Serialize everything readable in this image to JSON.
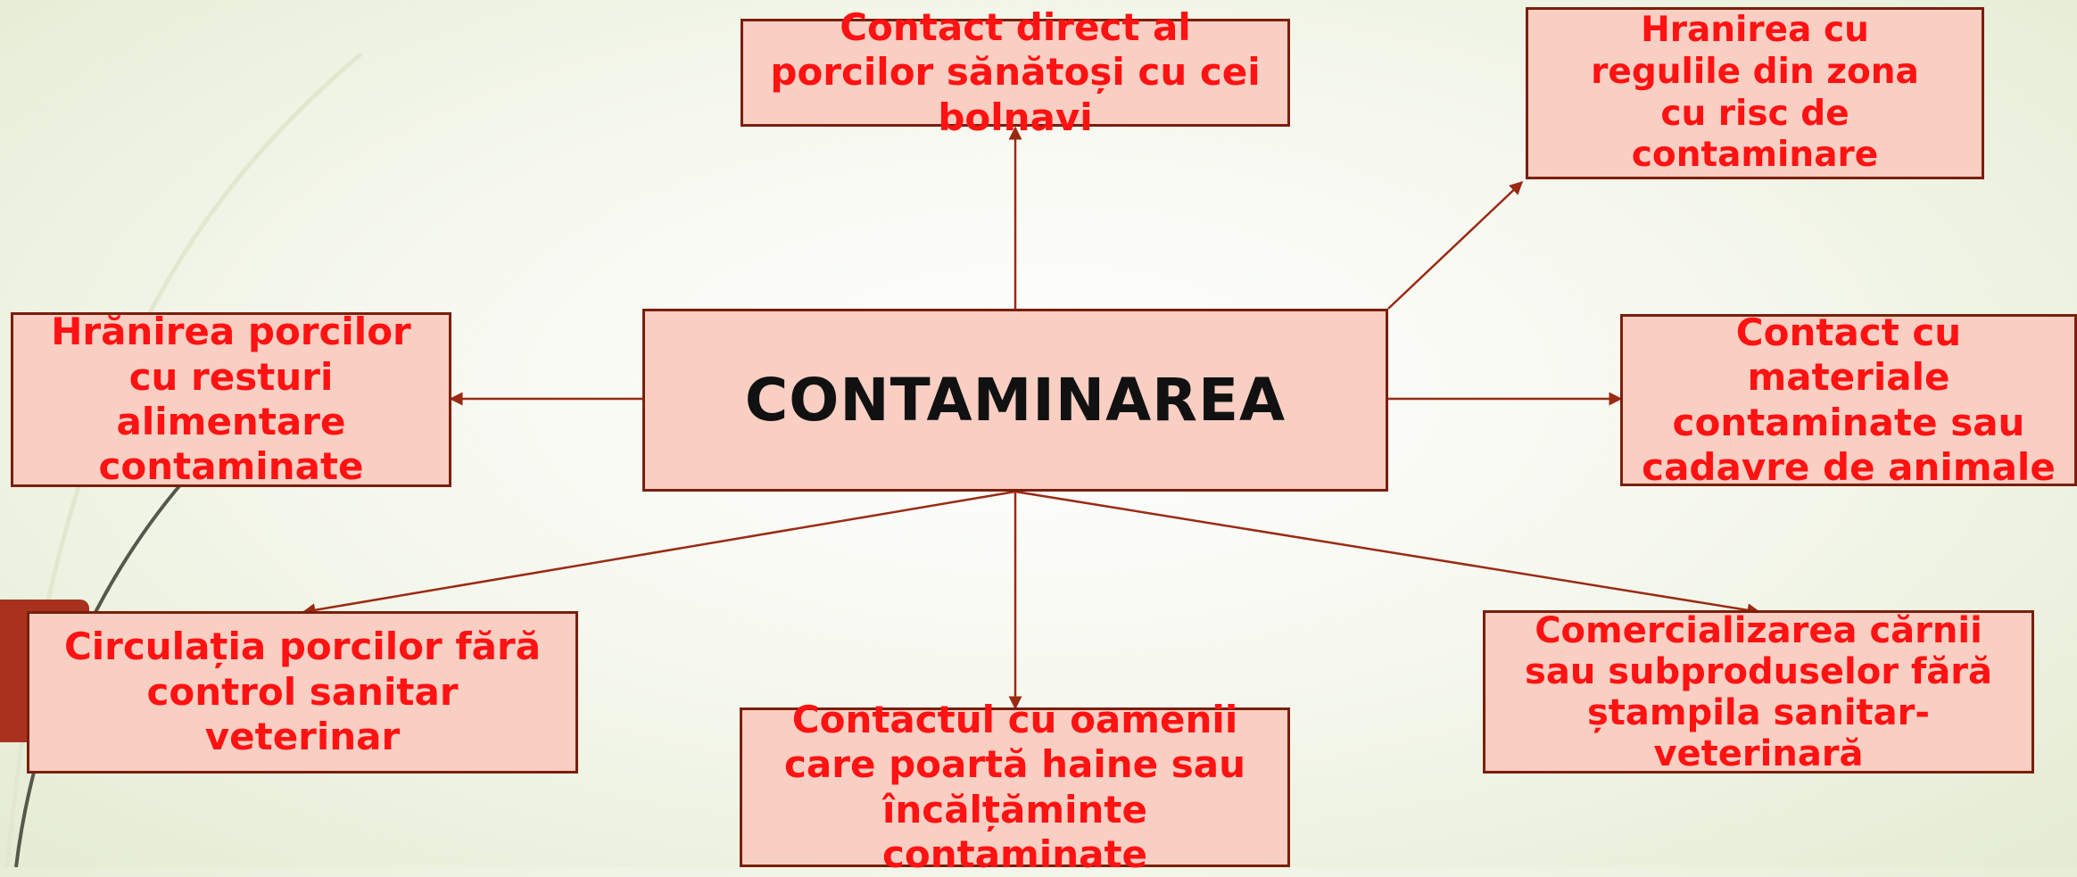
{
  "diagram": {
    "center": {
      "label": "CONTAMINAREA"
    },
    "nodes": {
      "top": {
        "label": "Contact direct al porcilor sănătoși cu cei bolnavi"
      },
      "top_right": {
        "label": "Hranirea cu regulile din zona cu risc de contaminare"
      },
      "left": {
        "label": "Hrănirea porcilor cu resturi alimentare contaminate"
      },
      "right": {
        "label": "Contact cu materiale contaminate sau cadavre de animale"
      },
      "bottom_left": {
        "label": "Circulația porcilor fără control sanitar veterinar"
      },
      "bottom": {
        "label": "Contactul cu oamenii care poartă haine sau încălțăminte contaminate"
      },
      "bottom_right": {
        "label": "Comercializarea cărnii sau subproduselor fără ștampila sanitar-veterinară"
      }
    },
    "colors": {
      "box_fill": "#f9cec3",
      "box_border": "#7a1f0c",
      "node_text": "#ff1212",
      "center_text": "#111111",
      "arrow": "#9a2a14"
    }
  }
}
